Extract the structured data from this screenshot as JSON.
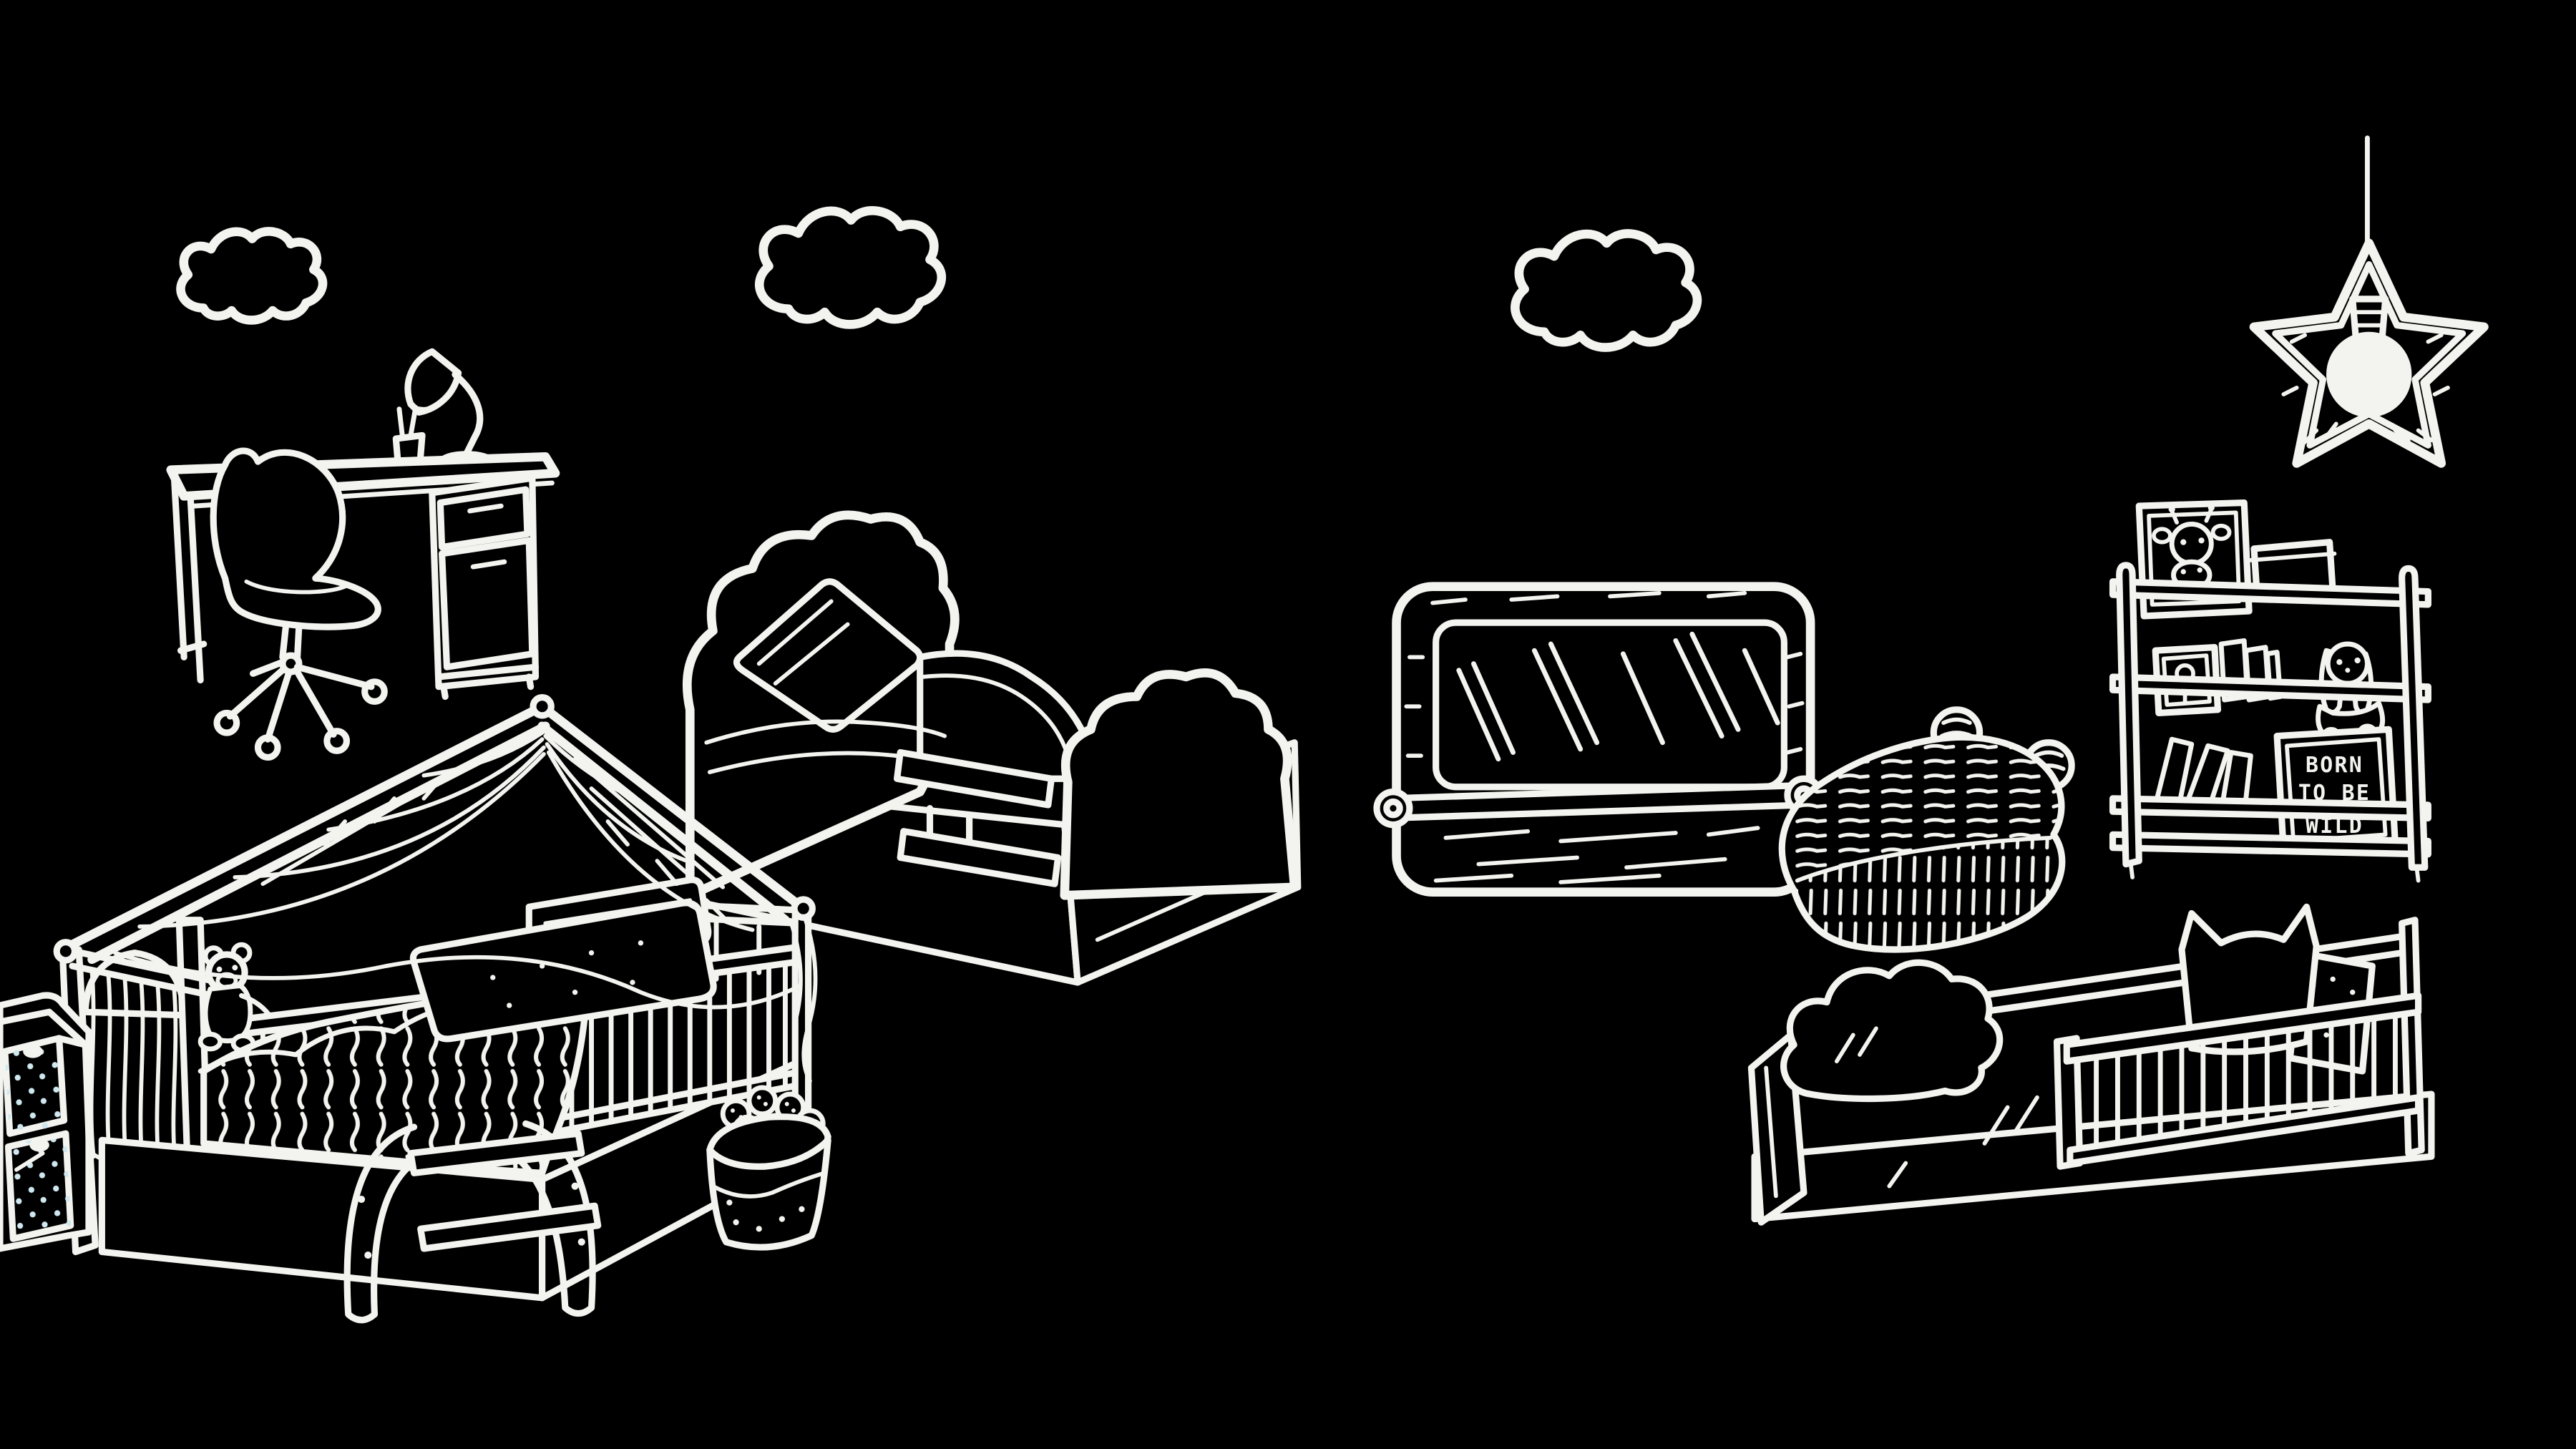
{
  "scene": {
    "description": "Chalkboard-style white line illustration of a kids bedroom furniture collection on a black background",
    "background_color": "#000000",
    "line_color": "#f3f4ef",
    "sign": {
      "line1": "BORN",
      "line2": "TO BE",
      "line3": "WILD"
    },
    "items": [
      "cloud-left",
      "cloud-middle",
      "cloud-right",
      "desk",
      "desk-lamp",
      "pencil-cup",
      "office-chair",
      "cloud-bed",
      "pillow",
      "canopy-house-bed",
      "teddy-bear",
      "step-stool",
      "toy-basket",
      "dresser",
      "wall-mirror",
      "bean-bag-chair",
      "bookshelf",
      "giraffe-picture",
      "bunny-plush",
      "born-to-be-wild-sign",
      "star-pendant-lamp",
      "toddler-bed",
      "cloud-pillow"
    ]
  }
}
